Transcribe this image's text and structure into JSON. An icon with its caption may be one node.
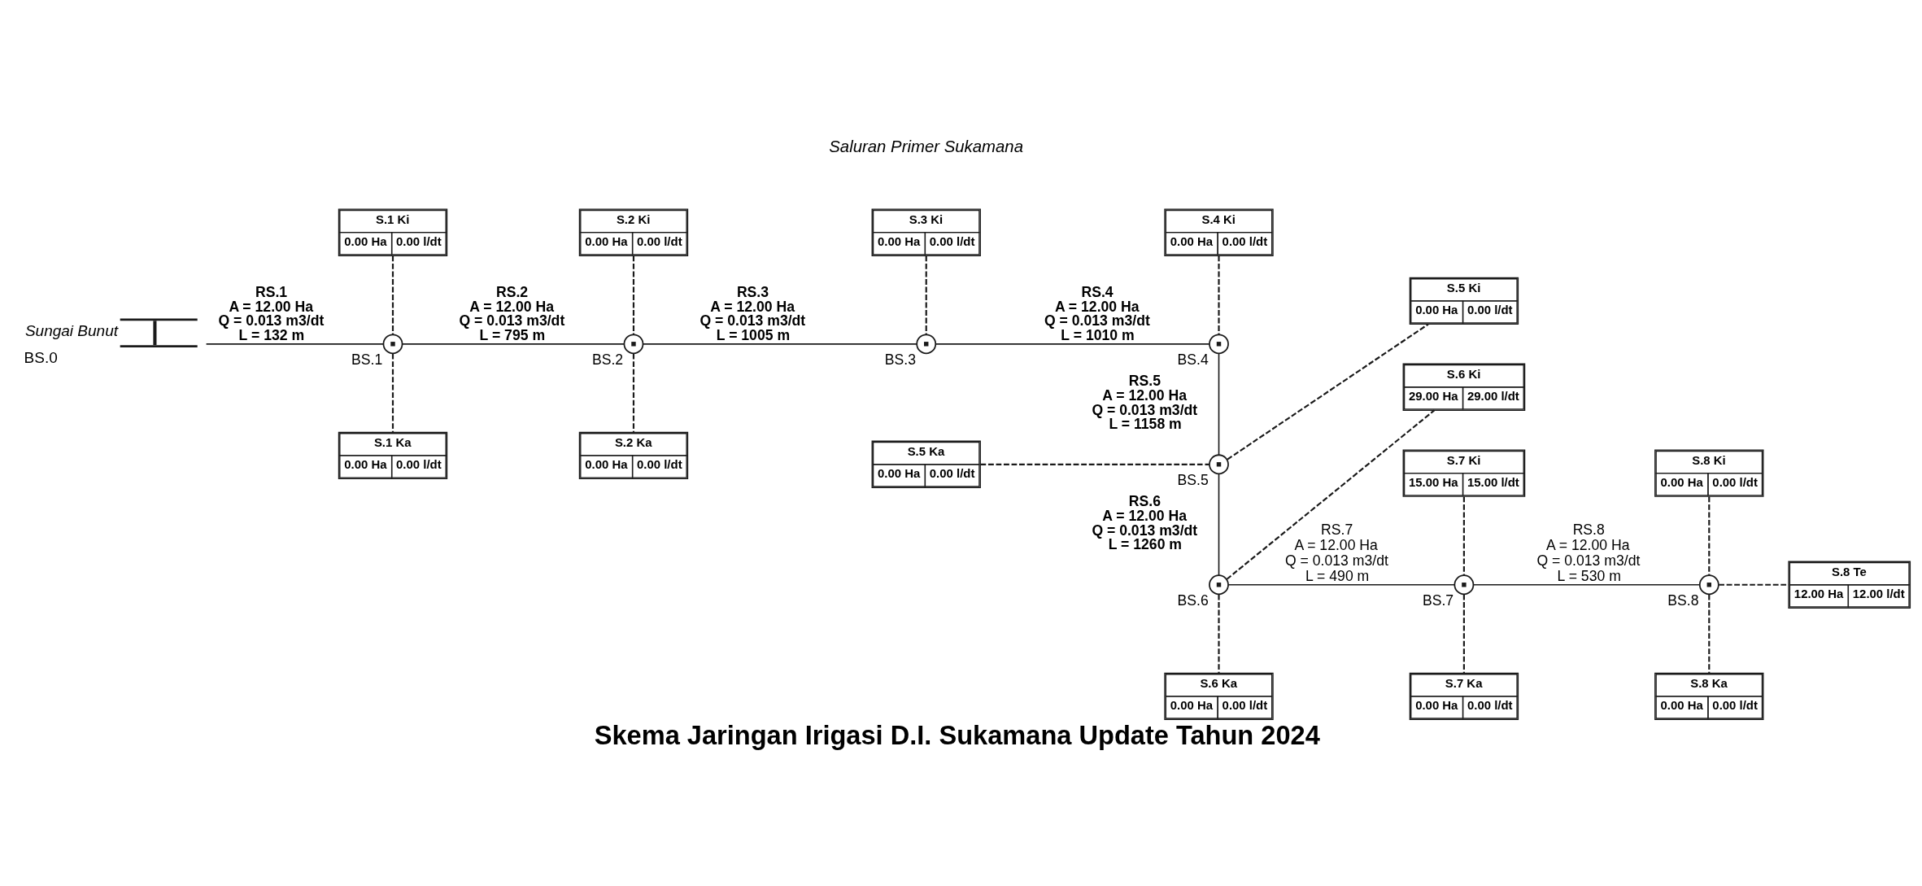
{
  "diagram": {
    "title": "Skema Jaringan Irigasi D.I. Sukamana Update Tahun 2024",
    "nodes": [
      {
        "text": [],
        "shape": "picture",
        "beside": [
          "Sungai Bunut",
          "BS.0"
        ]
      },
      {
        "text": [
          "S.1 Ki",
          "0.00 Ha",
          "0.00 l/dt"
        ]
      },
      {
        "text": [
          "S.2 Ki",
          "0.00 Ha",
          "0.00 l/dt"
        ]
      },
      {
        "text": [
          "S.3 Ki",
          "0.00 Ha",
          "0.00 l/dt"
        ]
      },
      {
        "text": [
          "S.4 Ki",
          "0.00 Ha",
          "0.00 l/dt"
        ]
      },
      {
        "text": [],
        "shape": "circle",
        "beside": [
          "BS.1"
        ]
      },
      {
        "text": [],
        "shape": "circle",
        "beside": [
          "BS.2"
        ]
      },
      {
        "text": [],
        "shape": "circle",
        "beside": [
          "BS.3"
        ]
      },
      {
        "text": [],
        "shape": "circle",
        "beside": [
          "BS.4"
        ]
      },
      {
        "text": [
          "S.1 Ka",
          "0.00 Ha",
          "0.00 l/dt"
        ]
      },
      {
        "text": [
          "S.2 Ka",
          "0.00 Ha",
          "0.00 l/dt"
        ]
      },
      {
        "text": [
          "S.5 Ka",
          "0.00 Ha",
          "0.00 l/dt"
        ]
      },
      {
        "text": [],
        "shape": "circle",
        "beside": [
          "BS.5"
        ]
      },
      {
        "text": [
          "S.5 Ki",
          "0.00 Ha",
          "0.00 l/dt"
        ]
      },
      {
        "text": [
          "S.6 Ki",
          "29.00 Ha",
          "29.00 l/dt"
        ]
      },
      {
        "text": [
          "S.7 Ki",
          "15.00 Ha",
          "15.00 l/dt"
        ]
      },
      {
        "text": [
          "S.8 Ki",
          "0.00 Ha",
          "0.00 l/dt"
        ]
      },
      {
        "text": [],
        "shape": "circle",
        "beside": [
          "BS.6"
        ]
      },
      {
        "text": [],
        "shape": "circle",
        "beside": [
          "BS.7"
        ]
      },
      {
        "text": [],
        "shape": "circle",
        "beside": [
          "BS.8"
        ]
      },
      {
        "text": [
          "S.8 Te",
          "12.00 Ha",
          "12.00 l/dt"
        ]
      },
      {
        "text": [
          "S.6 Ka",
          "0.00 Ha",
          "0.00 l/dt"
        ]
      },
      {
        "text": [
          "S.7 Ka",
          "0.00 Ha",
          "0.00 l/dt"
        ]
      },
      {
        "text": [
          "S.8 Ka",
          "0.00 Ha",
          "0.00 l/dt"
        ]
      }
    ],
    "edges": [
      {
        "from": 0,
        "to": 5,
        "arrow": "none",
        "label": "RS.1 A = 12.00 Ha Q = 0.013 m3/dt L = 132 m"
      },
      {
        "from": 1,
        "to": 5,
        "arrow": "none",
        "style": "dashed"
      },
      {
        "from": 5,
        "to": 9,
        "arrow": "none",
        "style": "dashed"
      },
      {
        "from": 5,
        "to": 6,
        "arrow": "none",
        "label": "RS.2 A = 12.00 Ha Q = 0.013 m3/dt L = 795 m"
      },
      {
        "from": 2,
        "to": 6,
        "arrow": "none",
        "style": "dashed"
      },
      {
        "from": 6,
        "to": 10,
        "arrow": "none",
        "style": "dashed"
      },
      {
        "from": 6,
        "to": 7,
        "arrow": "none",
        "label": "RS.3 A = 12.00 Ha Q = 0.013 m3/dt L = 1005 m"
      },
      {
        "from": 3,
        "to": 7,
        "arrow": "none",
        "style": "dashed"
      },
      {
        "from": 7,
        "to": 8,
        "arrow": "none",
        "label": "RS.4 A = 12.00 Ha Q = 0.013 m3/dt L = 1010 m"
      },
      {
        "from": 4,
        "to": 8,
        "arrow": "none",
        "style": "dashed"
      },
      {
        "from": 8,
        "to": 12,
        "arrow": "none",
        "label": "RS.5 A = 12.00 Ha Q = 0.013 m3/dt L = 1158 m"
      },
      {
        "from": 11,
        "to": 12,
        "arrow": "none",
        "style": "dashed"
      },
      {
        "from": 12,
        "to": 13,
        "arrow": "none",
        "style": "dashed"
      },
      {
        "from": 12,
        "to": 17,
        "arrow": "none",
        "label": "RS.6 A = 12.00 Ha Q = 0.013 m3/dt L = 1260 m"
      },
      {
        "from": 17,
        "to": 14,
        "arrow": "none",
        "style": "dashed"
      },
      {
        "from": 17,
        "to": 18,
        "arrow": "none",
        "label": "RS.7 A = 12.00 Ha Q = 0.013 m3/dt L = 490 m"
      },
      {
        "from": 17,
        "to": 21,
        "arrow": "none",
        "style": "dashed"
      },
      {
        "from": 15,
        "to": 18,
        "arrow": "none",
        "style": "dashed"
      },
      {
        "from": 18,
        "to": 22,
        "arrow": "none",
        "style": "dashed"
      },
      {
        "from": 18,
        "to": 19,
        "arrow": "none",
        "label": "RS.8 A = 12.00 Ha Q = 0.013 m3/dt L = 530 m"
      },
      {
        "from": 16,
        "to": 19,
        "arrow": "none",
        "style": "dashed"
      },
      {
        "from": 19,
        "to": 23,
        "arrow": "none",
        "style": "dashed"
      },
      {
        "from": 19,
        "to": 20,
        "arrow": "none",
        "style": "dashed"
      }
    ],
    "labels": [
      "Saluran Primer Sukamana"
    ]
  }
}
